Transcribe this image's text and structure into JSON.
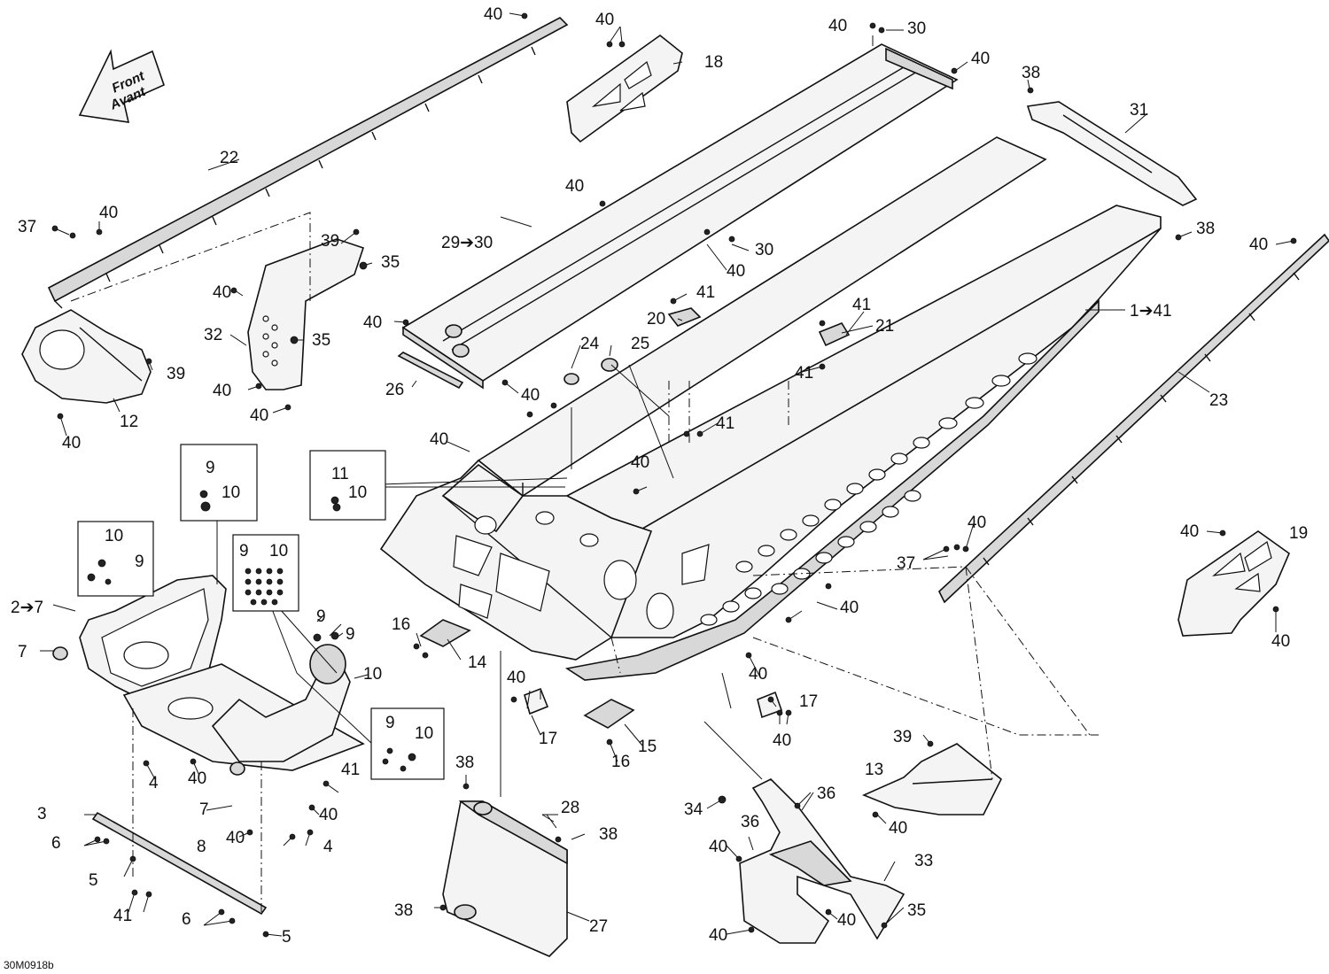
{
  "diagram": {
    "drawing_code": "30M0918b",
    "front_arrow": {
      "line1": "Front",
      "line2": "Avant"
    },
    "callouts": {
      "c40a": "40",
      "c40b": "40",
      "c18": "18",
      "c40c": "40",
      "c30a": "30",
      "c40d": "40",
      "c38a": "38",
      "c31": "31",
      "c22": "22",
      "c40e": "40",
      "c37a": "37",
      "c40f": "40",
      "c39a": "39",
      "c35a": "35",
      "c40g": "40",
      "c29": "29➔30",
      "c30b": "30",
      "c40h": "40",
      "c38b": "38",
      "c40i": "40",
      "c41a": "41",
      "c41b": "41",
      "c1": "1➔41",
      "c21": "21",
      "c20": "20",
      "c32": "32",
      "c35b": "35",
      "c40j": "40",
      "c24": "24",
      "c25": "25",
      "c41c": "41",
      "c39b": "39",
      "c26": "26",
      "c40k": "40",
      "c40l": "40",
      "c12": "12",
      "c40m": "40",
      "c40n": "40",
      "c41d": "41",
      "c23": "23",
      "c40o": "40",
      "c9a": "9",
      "c10a": "10",
      "c11": "11",
      "c10b": "10",
      "c40p": "40",
      "c37b": "37",
      "c40q": "40",
      "c19": "19",
      "c10c": "10",
      "c9b": "9",
      "c9c": "9",
      "c10d": "10",
      "c2": "2➔7",
      "c40r": "40",
      "c7a": "7",
      "c9d": "9",
      "c9e": "9",
      "c16a": "16",
      "c14": "14",
      "c40s": "40",
      "c10e": "10",
      "c40t": "40",
      "c17a": "17",
      "c17b": "17",
      "c40u": "40",
      "c9f": "9",
      "c10f": "10",
      "c15": "15",
      "c16b": "16",
      "c4a": "4",
      "c40v": "40",
      "c41e": "41",
      "c38c": "38",
      "c7b": "7",
      "c3": "3",
      "c8": "8",
      "c40w": "40",
      "c40x": "40",
      "c39c": "39",
      "c13": "13",
      "c40y": "40",
      "c28": "28",
      "c34": "34",
      "c36a": "36",
      "c36b": "36",
      "c6a": "6",
      "c4b": "4",
      "c38d": "38",
      "c40z": "40",
      "c33": "33",
      "c5a": "5",
      "c41f": "41",
      "c6b": "6",
      "c38e": "38",
      "c27": "27",
      "c40aa": "40",
      "c35c": "35",
      "c40ab": "40",
      "c5b": "5"
    }
  }
}
